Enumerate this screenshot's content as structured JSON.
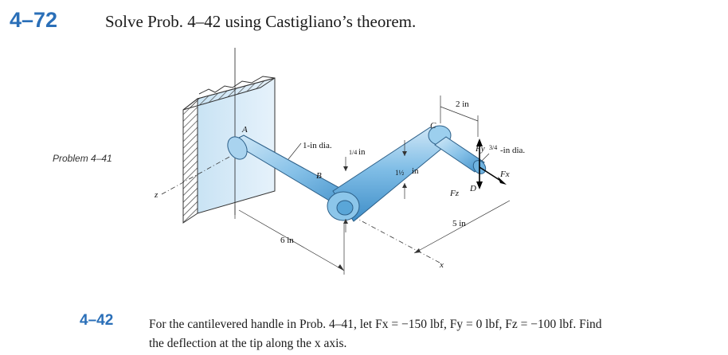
{
  "problem_4_72": {
    "number": "4–72",
    "statement": "Solve Prob. 4–42 using Castigliano’s theorem."
  },
  "figure": {
    "reference": "Problem 4–41",
    "labels": {
      "A": "A",
      "B": "B",
      "C": "C",
      "D": "D",
      "dia_1in": "1-in dia.",
      "quarter_in": "in",
      "quarter_frac": "1/4",
      "one_half_in": "in",
      "one_half_frac": "1½",
      "two_in": "2 in",
      "three_quarter_dia": "-in dia.",
      "three_quarter_frac": "3/4",
      "Fy": "Fy",
      "Fz": "Fz",
      "Fx": "Fx",
      "five_in": "5 in",
      "six_in": "6 in",
      "x_axis": "x",
      "z_axis": "z"
    }
  },
  "problem_4_42": {
    "number": "4–42",
    "statement_line1": "For the cantilevered handle in Prob. 4–41, let Fx = −150 lbf, Fy = 0 lbf, Fz = −100 lbf. Find",
    "statement_line2": "the deflection at the tip along the x axis."
  }
}
